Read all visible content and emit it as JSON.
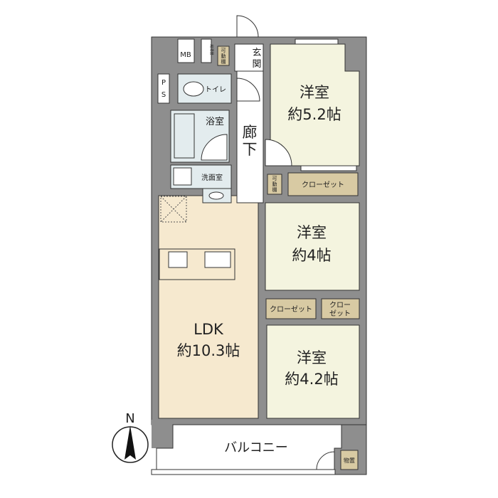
{
  "colors": {
    "wall": "#8e8e8e",
    "bedroom": "#f4f4df",
    "ldk": "#f6e9cf",
    "closet": "#d8caa3",
    "wet": "#e3ecee",
    "line": "#333333"
  },
  "compass": {
    "label": "N"
  },
  "rooms": {
    "bedroom1": {
      "name": "洋室",
      "size": "約5.2帖"
    },
    "bedroom2": {
      "name": "洋室",
      "size": "約4帖"
    },
    "bedroom3": {
      "name": "洋室",
      "size": "約4.2帖"
    },
    "ldk": {
      "name": "LDK",
      "size": "約10.3帖"
    },
    "hallway": {
      "line1": "廊",
      "line2": "下"
    },
    "entrance": {
      "line1": "玄",
      "line2": "関"
    },
    "toilet": "トイレ",
    "bath": "浴室",
    "washroom": "洗面室",
    "balcony": "バルコニー",
    "storage": "物置",
    "mb": "MB",
    "ps": {
      "line1": "P",
      "line2": "S"
    },
    "water_heater": "給湯器"
  },
  "closets": {
    "closet1": "クローゼット",
    "closet2": "クローゼット",
    "closet3": {
      "line1": "クロー",
      "line2": "ゼット"
    },
    "shelf": {
      "line1": "可",
      "line2": "動",
      "line3": "棚"
    }
  }
}
